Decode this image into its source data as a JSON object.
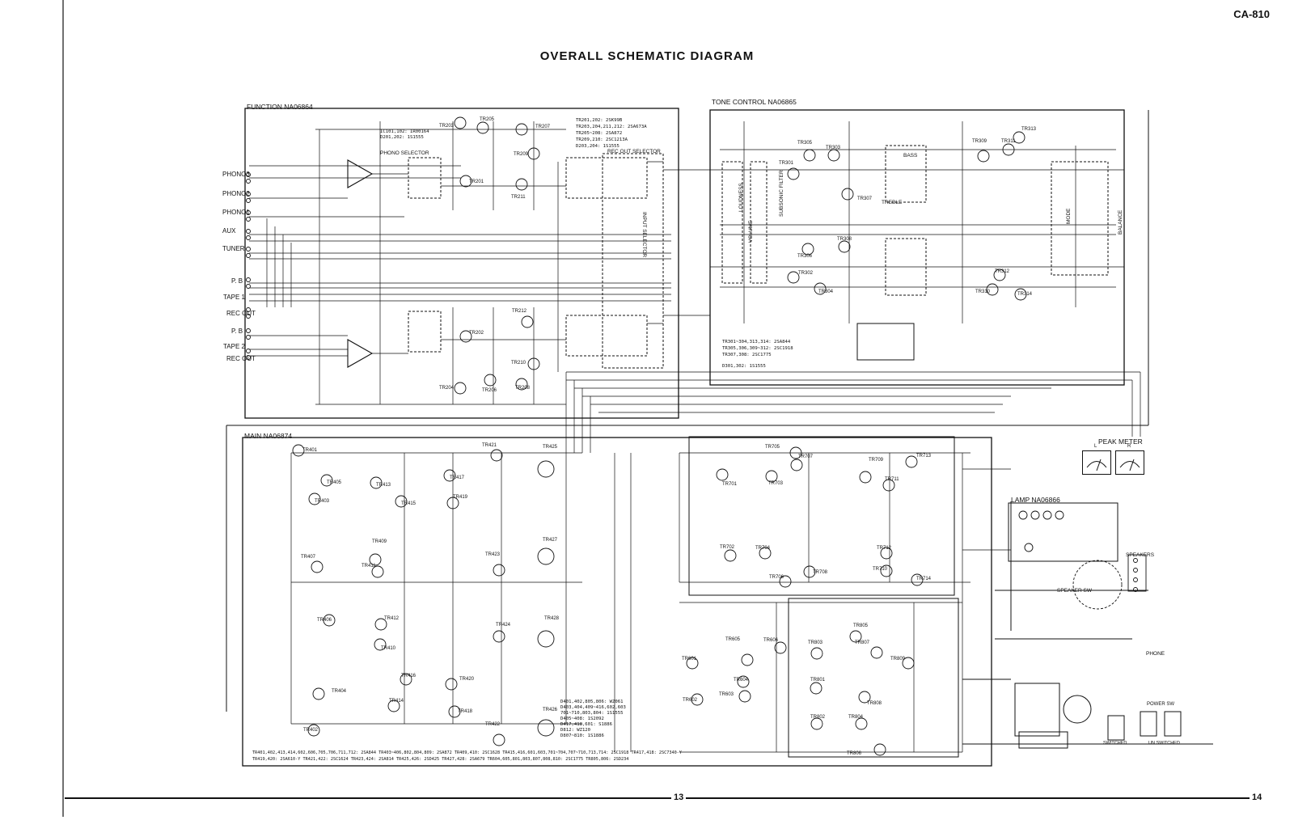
{
  "header": {
    "model": "CA-810",
    "title": "OVERALL SCHEMATIC DIAGRAM"
  },
  "sections": {
    "function": "FUNCTION NA06864",
    "tone": "TONE CONTROL NA06865",
    "main": "MAIN NA06874",
    "lamp": "LAMP NA06866",
    "peak_meter": "PEAK METER"
  },
  "inputs": [
    "PHONO3",
    "PHONO2",
    "PHONO1",
    "AUX",
    "TUNER"
  ],
  "tape": {
    "pb1": "P. B",
    "tape1": "TAPE 1",
    "rec1": "REC OUT",
    "pb2": "P. B",
    "tape2": "TAPE 2",
    "rec2": "REC OUT"
  },
  "controls": {
    "phono_selector": "PHONO SELECTOR",
    "rec_out_selector": "REC OUT SELECTOR",
    "input_selector": "INPUT SELECTOR",
    "loudness": "LOUDNESS",
    "volume": "VOLUME",
    "subsonic": "SUBSONIC FILTER",
    "bass": "BASS",
    "treble": "TREBLE",
    "mode": "MODE",
    "balance": "BALANCE",
    "speakers": "SPEAKERS",
    "speaker_sw": "SPEAKER SW",
    "phone": "PHONE",
    "power_sw": "POWER SW",
    "switched": "SWITCHED",
    "un_switched": "UN SWITCHED"
  },
  "function_notes": [
    "IC101,102: IR00164",
    "D201,202: 1S1555"
  ],
  "function_tr_notes": [
    "TR201,202: 2SK99B",
    "TR203,204,211,212: 2SA673A",
    "TR205~208: 2SA872",
    "TR209,210: 2SC1213A",
    "D203,204: 1S1555"
  ],
  "tone_notes": [
    "TR301~304,313,314: 2SA844",
    "TR305,306,309~312: 2SC1918",
    "TR307,308: 2SC1775",
    "D301,302: 1S1555"
  ],
  "main_notes": [
    "D401,402,805,806: WZ061",
    "D403,404,409~416,602,603",
    "701~710,803,804: 1S1555",
    "D405~408: 1S2092",
    "D417,418,601: S1886",
    "D812: WZ120",
    "D807~810: 1S1886"
  ],
  "bottom_notes": [
    "TR401,402,413,414,602,606,705,706,711,712: 2SA844   TR403~406,802,804,809: 2SA872   TR409,410: 2SC1628   TR415,416,601,603,701~704,707~710,713,714: 2SC1918   TR417,418: 2SC7340-Y",
    "TR419,420: 2SA610-Y   TR421,422: 2SC1624   TR423,424: 2SA814   TR425,426: 2SD425   TR427,428: 2SA679   TR604,605,801,803,807,808,810: 2SC1775   TR805,806: 2SD234"
  ],
  "transistors": {
    "function": [
      "TR203",
      "TR205",
      "TR207",
      "TR209",
      "TR201",
      "TR211",
      "TR212",
      "TR202",
      "TR210",
      "TR204",
      "TR206",
      "TR208"
    ],
    "tone": [
      "TR305",
      "TR303",
      "TR301",
      "TR307",
      "TR309",
      "TR311",
      "TR313",
      "TR306",
      "TR308",
      "TR302",
      "TR304",
      "TR310",
      "TR312",
      "TR314"
    ],
    "main": [
      "TR401",
      "TR403",
      "TR405",
      "TR413",
      "TR415",
      "TR417",
      "TR419",
      "TR421",
      "TR425",
      "TR423",
      "TR427",
      "TR407",
      "TR409",
      "TR411",
      "TR406",
      "TR412",
      "TR410",
      "TR404",
      "TR402",
      "TR414",
      "TR416",
      "TR420",
      "TR418",
      "TR424",
      "TR428",
      "TR422",
      "TR426",
      "TR705",
      "TR707",
      "TR709",
      "TR713",
      "TR701",
      "TR703",
      "TR711",
      "TR702",
      "TR704",
      "TR712",
      "TR706",
      "TR708",
      "TR710",
      "TR714",
      "TR603",
      "TR605",
      "TR606",
      "TR601",
      "TR604",
      "TR602",
      "TR803",
      "TR805",
      "TR807",
      "TR809",
      "TR801",
      "TR802",
      "TR804",
      "TR806",
      "TR808"
    ]
  },
  "meters": [
    "L",
    "R"
  ],
  "pages": {
    "left": "13",
    "right": "14"
  }
}
